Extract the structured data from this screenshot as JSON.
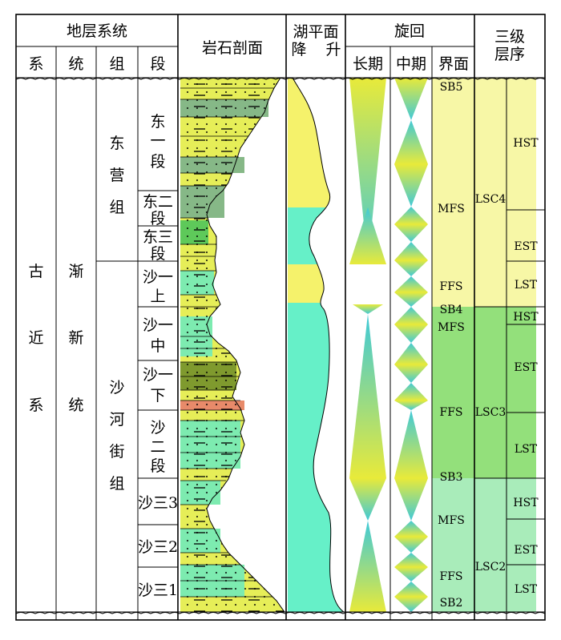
{
  "header": {
    "stratigraphy": "地层系统",
    "system": "系",
    "series": "统",
    "formation": "组",
    "member": "段",
    "lithology": "岩石剖面",
    "lake_level": "湖平面",
    "lake_fall": "降",
    "lake_rise": "升",
    "cycle": "旋回",
    "long_term": "长期",
    "mid_term": "中期",
    "surface": "界面",
    "third_order_1": "三级",
    "third_order_2": "层序"
  },
  "system": [
    "古",
    "近",
    "系"
  ],
  "series": [
    "渐",
    "新",
    "统"
  ],
  "formations": [
    {
      "chars": [
        "东",
        "营",
        "组"
      ]
    },
    {
      "chars": [
        "沙",
        "河",
        "街",
        "组"
      ]
    }
  ],
  "members": [
    {
      "lines": [
        "东",
        "一",
        "段"
      ]
    },
    {
      "lines": [
        "东二",
        "段"
      ]
    },
    {
      "lines": [
        "东三",
        "段"
      ]
    },
    {
      "lines": [
        "沙一",
        "上"
      ]
    },
    {
      "lines": [
        "沙一",
        "中"
      ]
    },
    {
      "lines": [
        "沙一",
        "下"
      ]
    },
    {
      "lines": [
        "沙",
        "二",
        "段"
      ]
    },
    {
      "lines": [
        "沙三3"
      ]
    },
    {
      "lines": [
        "沙三2"
      ]
    },
    {
      "lines": [
        "沙三1"
      ]
    }
  ],
  "surfaces": [
    "SB5",
    "MFS",
    "FFS",
    "SB4",
    "MFS",
    "FFS",
    "SB3",
    "MFS",
    "FFS",
    "SB2"
  ],
  "sequences": [
    {
      "name": "LSC4",
      "tracts": [
        "HST",
        "EST",
        "LST"
      ]
    },
    {
      "name": "LSC3",
      "tracts": [
        "HST",
        "EST",
        "LST"
      ]
    },
    {
      "name": "LSC2",
      "tracts": [
        "HST",
        "EST",
        "LST"
      ]
    }
  ],
  "colors": {
    "yellow_zone": "#f7f7a6",
    "green_zone": "#93e07b",
    "light_green_zone": "#a9ecba",
    "lake_yellow": "#f5f26b",
    "lake_cyan": "#66f0c8",
    "sand": "#e6ee58",
    "mud_green": "#86b887",
    "mud_cyan": "#7debb0",
    "cycle_yellow": "#e8ea3a",
    "cycle_cyan": "#3fd6d2"
  }
}
